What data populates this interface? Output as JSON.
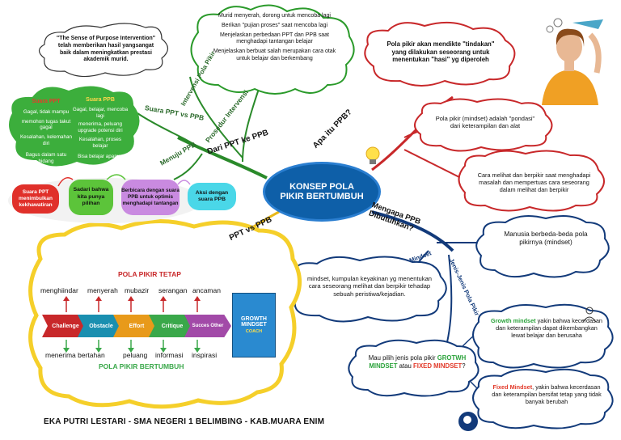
{
  "center": {
    "label": "KONSEP POLA PIKIR BERTUMBUH"
  },
  "branches": {
    "dari_ppt": "Dari PPT ke PPB",
    "apa_itu": "Apa itu PPB?",
    "ppt_vs_ppb": "PPT vs PPB",
    "mengapa": "Mengapa PPB Dibutuhkan?",
    "suara_ppt_vs_ppb": "Suara PPT vs PPB",
    "prosedur": "Prosedur Intervensi",
    "menuju": "Menuju PPB",
    "intervensi": "Intervensi Pola Pikir",
    "mindset": "Mindset",
    "jenis": "Jenis-Jenis Pola Pikir"
  },
  "quote": {
    "text": "\"The Sense of Purpose Intervention\" telah memberikan hasil yangsangat baik dalam meningkatkan prestasi akademik murid."
  },
  "prosedur_cloud": {
    "items": [
      "Murid menyerah, dorong untuk mencoba lagi",
      "Berikan \"pujian proses\" saat mencoba lagi",
      "Menjelaskan perbedaan PPT dan PPB saat menghadapi tantangan belajar",
      "Menjelaskan berbuat salah merupakan cara otak untuk belajar dan berkembang"
    ]
  },
  "suara_ppt": {
    "title": "Suara PPT",
    "items": [
      "Gagal, tidak mampu",
      "memohon tugas takut gagal",
      "Kesalahan, kelemahan diri",
      "Bagus dalam satu bidang"
    ]
  },
  "suara_ppb": {
    "title": "Suara PPB",
    "items": [
      "Gagal, belajar, mencoba lagi",
      "menerima, peluang upgrade potensi diri",
      "Kesalahan, proses belajar",
      "Bisa belajar apapun"
    ]
  },
  "steps": [
    "Suara PPT menimbulkan kekhawatiran",
    "Sadari bahwa kita punya pilihan",
    "Berbicara dengan suara PPB untuk optimis menghadapi tantangan",
    "Aksi dengan suara PPB"
  ],
  "apa_itu": {
    "items": [
      "Pola pikir akan mendikte \"tindakan\" yang dilakukan seseorang untuk menentukan \"hasi\" yg diperoleh",
      "Pola pikir (mindset) adalah \"pondasi\" dari keterampilan dan alat",
      "Cara melihat dan berpikir saat menghadapi masalah dan mempertuas cara seseorang dalam melihat dan berpikir"
    ]
  },
  "mengapa": {
    "manusia": "Manusia  berbeda-beda pola pikirnya (mindset)",
    "mindset_def": "mindset, kumpulan keyakinan yg menentukan cara seseorang melihat dan berpikir tehadap sebuah peristiwa/kejadian.",
    "question": {
      "pre": "Mau pilih jenis pola pikir",
      "growth": "GROTWH MINDSET",
      "mid": "atau",
      "fixed": "FIXED MINDSET",
      "post": "?"
    },
    "growth": {
      "label": "Growth mindset",
      "text": "yakin bahwa kecerdasan dan keterampilan dapat dikembangkan lewat belajar dan berusaha"
    },
    "fixed": {
      "label": "Fixed Mindset",
      "text": ", yakin bahwa kecerdasan dan keterampilan bersifat tetap yang tidak banyak berubah"
    }
  },
  "ppt_vs_ppb": {
    "tetap_title": "POLA PIKIR TETAP",
    "bertumbuh_title": "POLA PIKIR BERTUMBUH",
    "top_words": [
      "menghiindar",
      "menyerah",
      "mubazir",
      "serangan",
      "ancaman"
    ],
    "chevrons": [
      "Challenge",
      "Obstacle",
      "Effort",
      "Critique",
      "Succes Other"
    ],
    "bottom_words": [
      "menerima bertahan",
      "peluang",
      "informasi",
      "inspirasi"
    ],
    "book": {
      "line1": "GROWTH",
      "line2": "MINDSET",
      "line3": "COACH"
    }
  },
  "footer": "EKA PUTRI LESTARI - SMA NEGERI 1 BELIMBING - KAB.MUARA ENIM",
  "colors": {
    "center": "#0e5fa8",
    "green_cloud": "#3cae3c",
    "red_cloud": "#d9302a",
    "yellow": "#f7d43a",
    "blue_dark": "#123a7a",
    "chevron_colors": [
      "#c8282a",
      "#1a8fb0",
      "#e89a1a",
      "#3aa84a",
      "#a24aa8"
    ]
  }
}
